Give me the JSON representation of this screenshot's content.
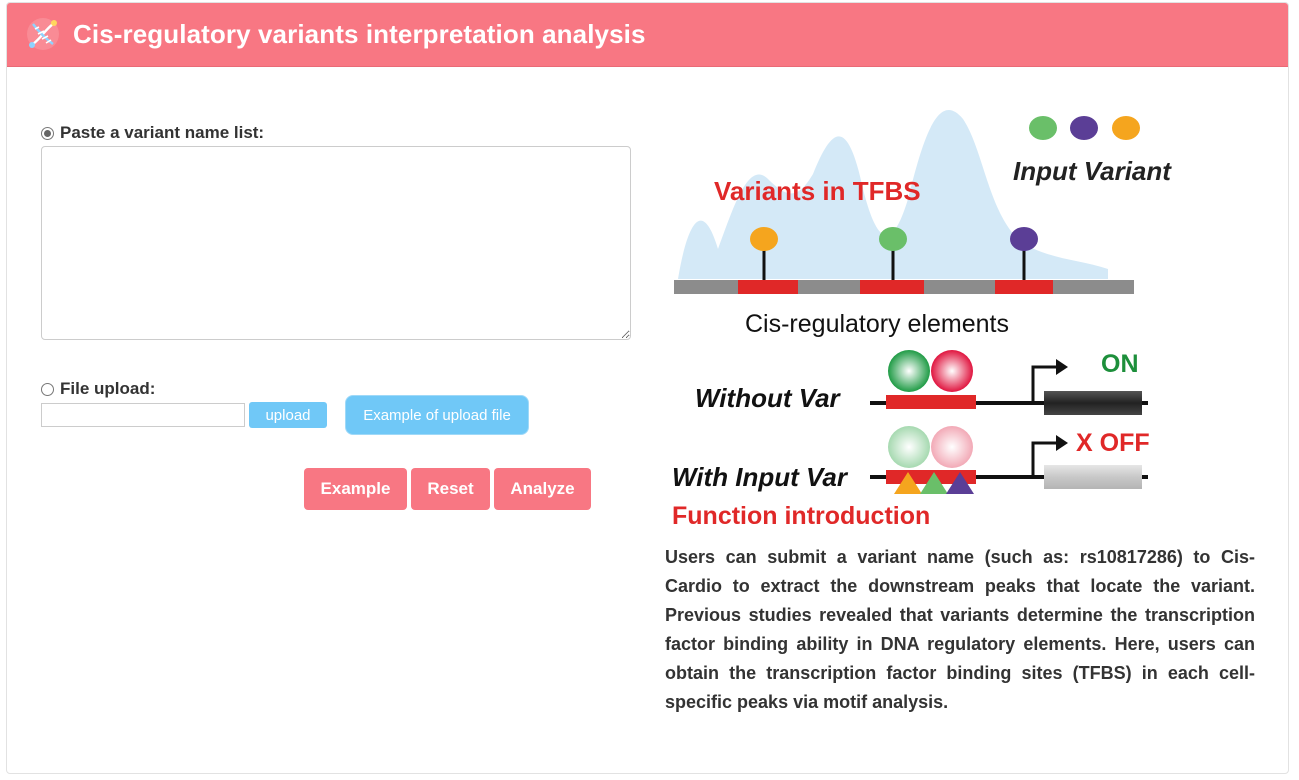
{
  "header": {
    "title": "Cis-regulatory variants interpretation analysis",
    "icon": "dna-icon"
  },
  "form": {
    "paste_option": {
      "label": "Paste a variant name list:",
      "checked": true
    },
    "variant_list": {
      "value": "",
      "placeholder": ""
    },
    "upload_option": {
      "label": "File upload:",
      "checked": false
    },
    "file_input": {
      "value": ""
    },
    "upload_label": "upload",
    "example_file_label": "Example of upload file",
    "buttons": {
      "example": "Example",
      "reset": "Reset",
      "analyze": "Analyze"
    }
  },
  "diagram": {
    "variants_in_tfbs": "Variants in TFBS",
    "input_variant": "Input Variant",
    "cis_elements": "Cis-regulatory elements",
    "without_var": "Without Var",
    "on_label": "ON",
    "with_input_var": "With Input Var",
    "off_label": "X OFF",
    "function_intro": "Function introduction",
    "colors": {
      "green": "#6abf69",
      "purple": "#5b3e96",
      "orange": "#f5a51e",
      "red": "#e02828",
      "peak": "#d4e9f7",
      "on": "#1d8f3b",
      "accent": "#f87783",
      "button_blue": "#70c8f7"
    }
  },
  "description": "Users can submit a variant name (such as: rs10817286) to Cis-Cardio to extract the downstream peaks that locate the variant. Previous studies revealed that variants determine the transcription factor binding ability in DNA regulatory elements. Here, users can obtain the transcription factor binding sites (TFBS) in each cell-specific peaks via motif analysis."
}
